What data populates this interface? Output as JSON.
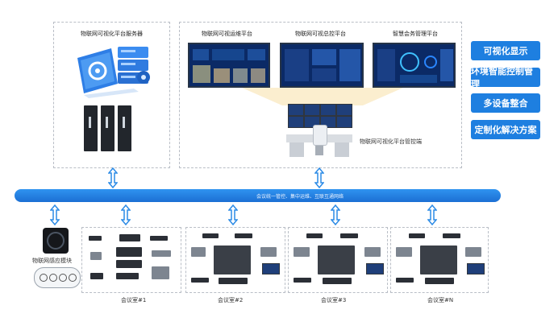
{
  "server_panel": {
    "title": "物联网可视化平台服务器"
  },
  "platforms": [
    {
      "title": "物联网可视运维平台"
    },
    {
      "title": "物联网可视总控平台"
    },
    {
      "title": "智慧会务管理平台"
    }
  ],
  "control_label": "物联网可视化平台管控端",
  "features": [
    "可视化显示",
    "环境智能控制管理",
    "多设备整合",
    "定制化解决方案"
  ],
  "bus_text": "会议统一管控、集中运维、互联互通网络",
  "module_label": "物联网感应模块",
  "rooms": [
    "会议室#1",
    "会议室#2",
    "会议室#3",
    "会议室#N"
  ],
  "colors": {
    "accent": "#1e7fe0",
    "bus": "#2b86e8",
    "arrow": "#2c8be6"
  }
}
